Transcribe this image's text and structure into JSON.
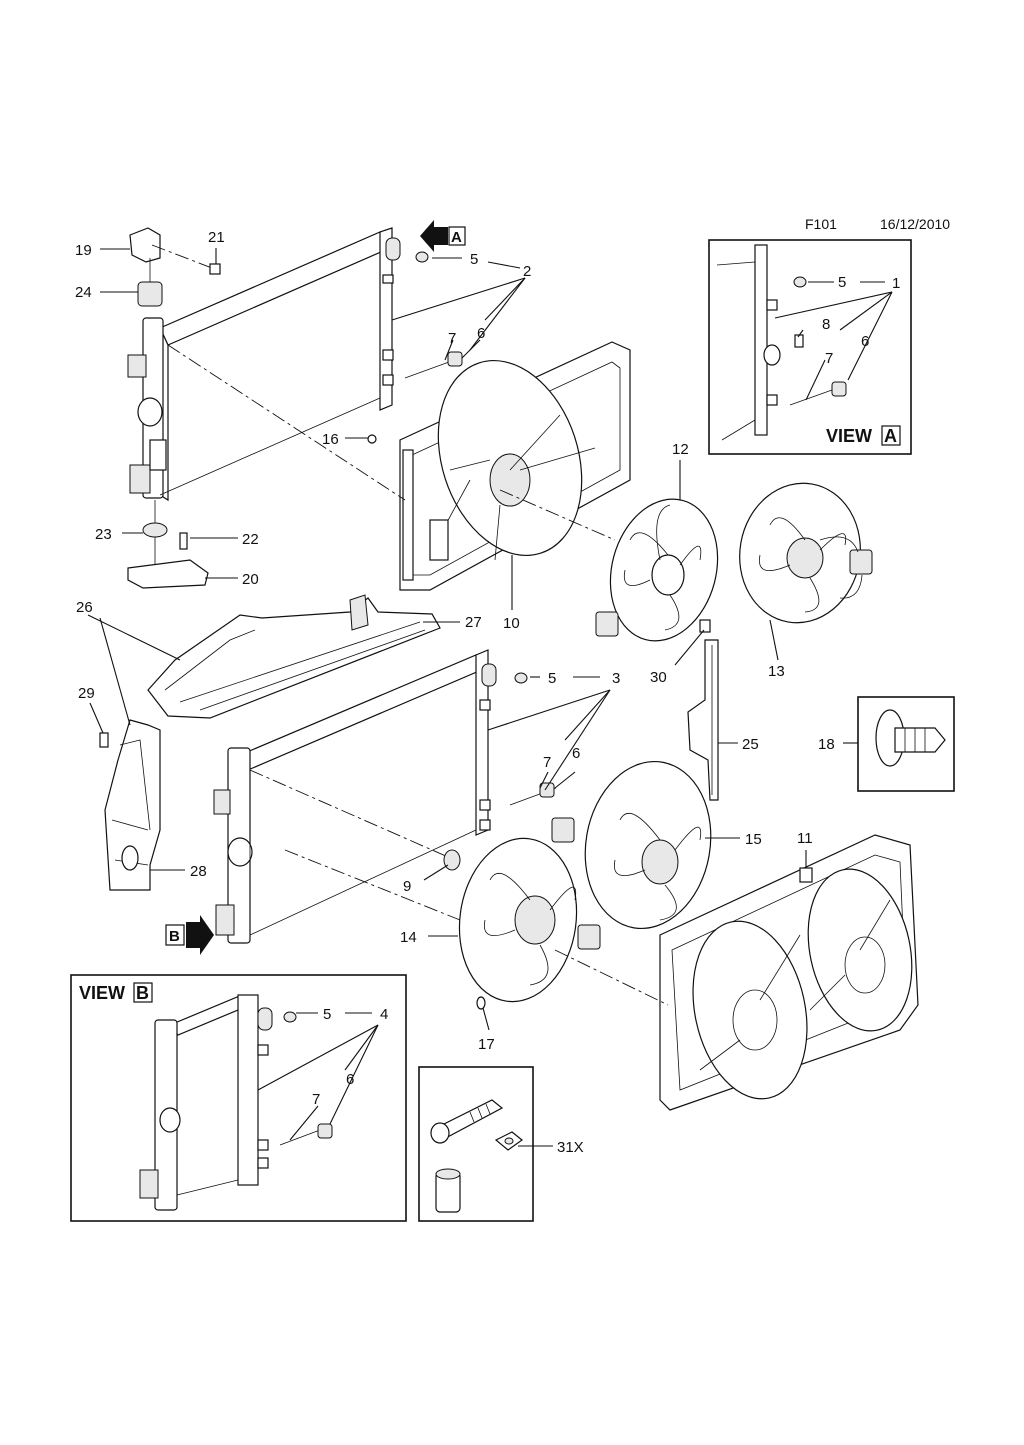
{
  "header": {
    "code": "F101",
    "date": "16/12/2010"
  },
  "views": {
    "view_a": {
      "label": "VIEW",
      "letter": "A"
    },
    "view_b": {
      "label": "VIEW",
      "letter": "B"
    }
  },
  "markers": {
    "a": "A",
    "b": "B"
  },
  "callouts": {
    "c1": "1",
    "c2": "2",
    "c3": "3",
    "c4": "4",
    "c5a": "5",
    "c5b": "5",
    "c5c": "5",
    "c5d": "5",
    "c6a": "6",
    "c6b": "6",
    "c6c": "6",
    "c6d": "6",
    "c7a": "7",
    "c7b": "7",
    "c7c": "7",
    "c7d": "7",
    "c8": "8",
    "c9": "9",
    "c10": "10",
    "c11": "11",
    "c12": "12",
    "c13": "13",
    "c14": "14",
    "c15": "15",
    "c16": "16",
    "c17": "17",
    "c18": "18",
    "c19": "19",
    "c20": "20",
    "c21": "21",
    "c22": "22",
    "c23": "23",
    "c24": "24",
    "c25": "25",
    "c26": "26",
    "c27": "27",
    "c28": "28",
    "c29": "29",
    "c30": "30",
    "c31": "31X"
  }
}
